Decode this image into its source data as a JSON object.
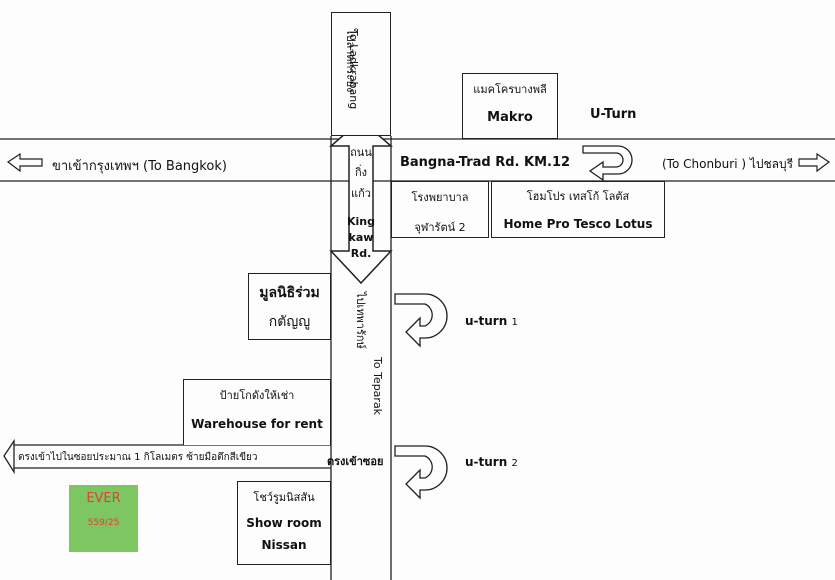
{
  "roads": {
    "main_road": "Bangna-Trad Rd. KM.12",
    "to_bangkok": "ขาเข้ากรุงเทพฯ (To Bangkok)",
    "to_chonburi": "(To Chonburi ) ไปชลบุรี",
    "to_ladkrabang_th": "ไปลาดกระบัง",
    "to_ladkrabang_en": "To Ladkrabang",
    "to_teparak_th": "ไปเทพารักษ์",
    "to_teparak_en": "To Teparak",
    "kingkaew_th": [
      "ถนน",
      "กิ่ง",
      "แก้ว"
    ],
    "kingkaew_en": [
      "King",
      "kaw",
      "Rd."
    ],
    "soi_entrance": "ตรงเข้าซอย",
    "soi_direction": "ตรงเข้าไปในซอยประมาณ 1 กิโลเมตร ซ้ายมือตึกสีเขียว"
  },
  "landmarks": {
    "makro_th": "แมคโครบางพลี",
    "makro_en": "Makro",
    "hospital_line1": "โรงพยาบาล",
    "hospital_line2": "จุฬารัตน์ 2",
    "homepro_th": "โฮมโปร เทสโก้ โลตัส",
    "homepro_en": "Home Pro Tesco Lotus",
    "foundation_line1": "มูลนิธิร่วม",
    "foundation_line2": "กตัญญู",
    "warehouse_th": "ป้ายโกดังให้เช่า",
    "warehouse_en": "Warehouse for rent",
    "showroom_th": "โชว์รูมนิสสัน",
    "showroom_line1": "Show room",
    "showroom_line2": "Nissan"
  },
  "uturns": {
    "main": "U-Turn",
    "u1_label": "u-turn",
    "u1_num": "1",
    "u2_label": "u-turn",
    "u2_num": "2"
  },
  "destination": {
    "name": "EVER",
    "number": "559/25",
    "color": "#7ec662"
  }
}
